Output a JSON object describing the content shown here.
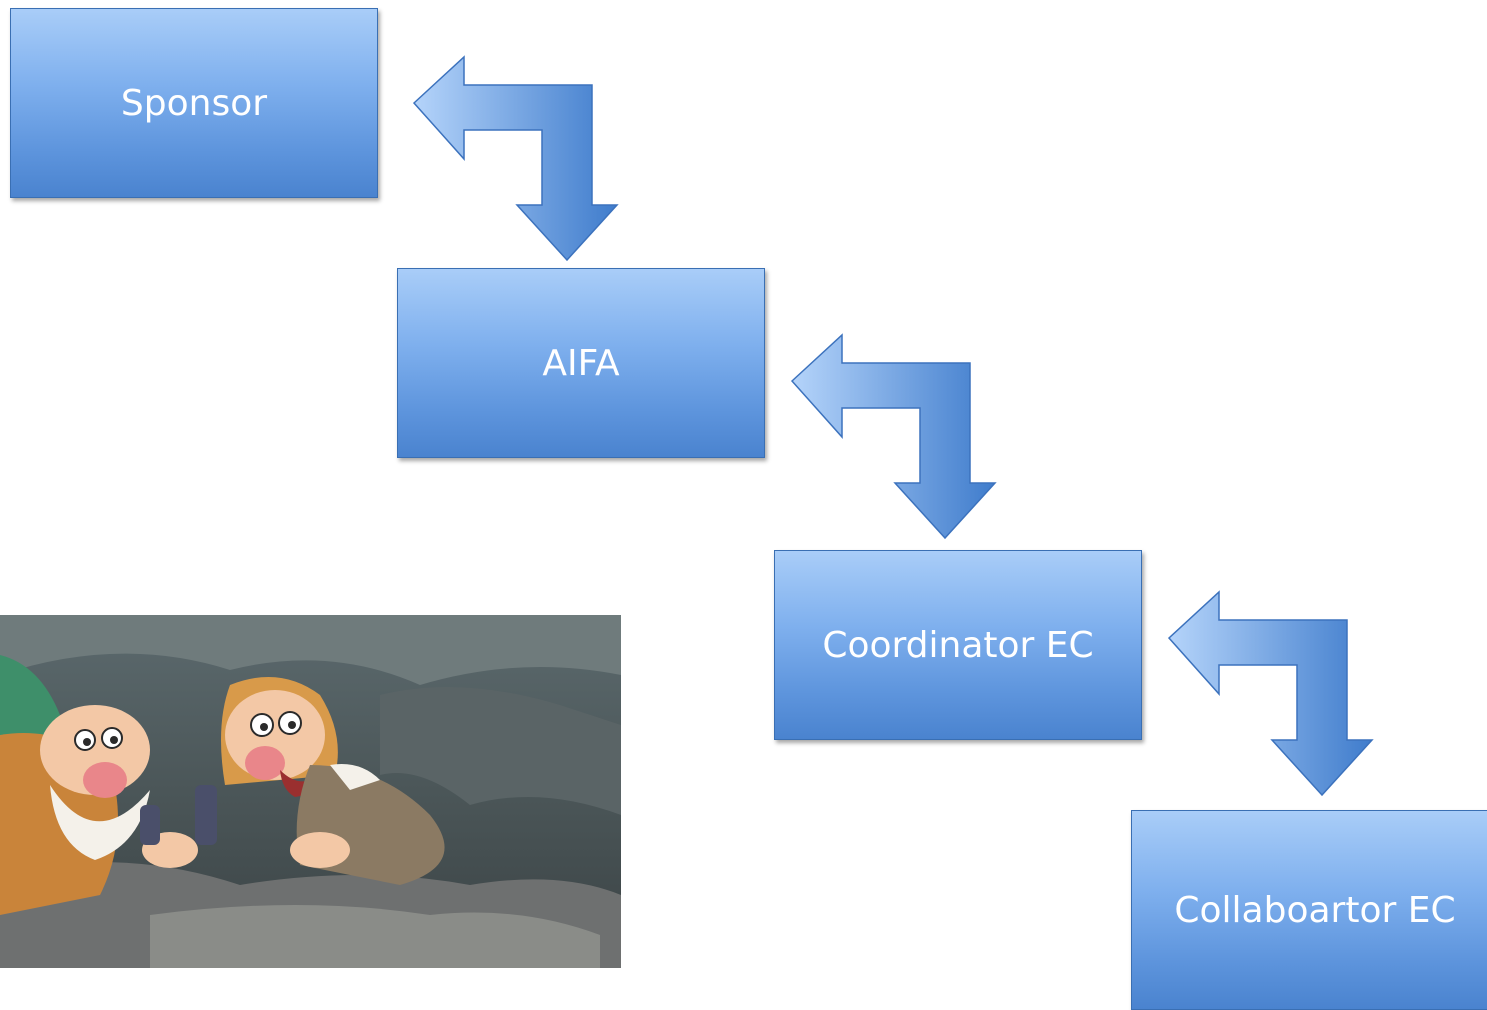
{
  "diagram": {
    "nodes": [
      {
        "id": "sponsor",
        "label": "Sponsor"
      },
      {
        "id": "aifa",
        "label": "AIFA"
      },
      {
        "id": "coordinator",
        "label": "Coordinator EC"
      },
      {
        "id": "collaborator",
        "label": "Collaboartor EC"
      }
    ],
    "edges": [
      {
        "from": "sponsor",
        "to": "aifa",
        "direction": "bidirectional"
      },
      {
        "from": "aifa",
        "to": "coordinator",
        "direction": "bidirectional"
      },
      {
        "from": "coordinator",
        "to": "collaborator",
        "direction": "bidirectional"
      }
    ]
  },
  "image": {
    "description_icon": "cartoon-dwarfs-image"
  },
  "colors": {
    "box_top": "#a9cdf8",
    "box_bottom": "#4a83cf",
    "box_border": "#3a6fb3",
    "label": "#ffffff"
  }
}
